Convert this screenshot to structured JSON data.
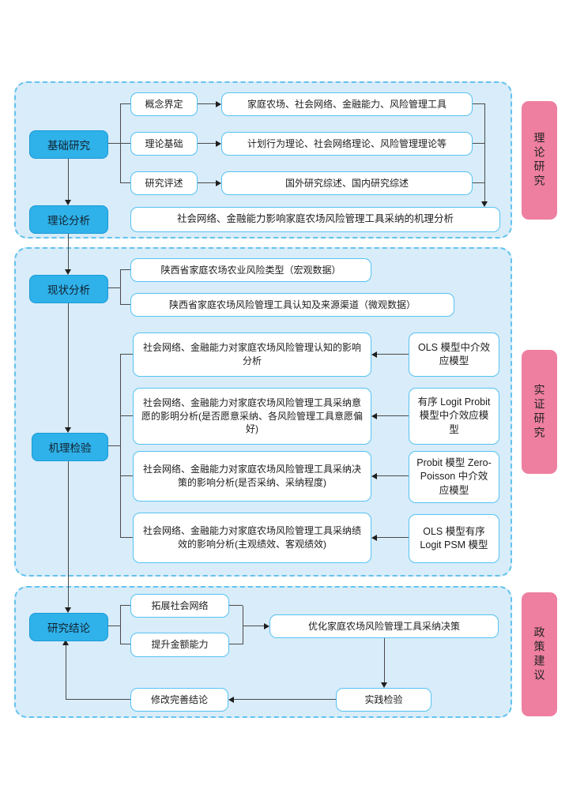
{
  "side_labels": {
    "s1": "理论研究",
    "s2": "实证研究",
    "s3": "政策建议"
  },
  "nodes": {
    "foundation": "基础研究",
    "theory_analysis": "理论分析",
    "status_analysis": "现状分析",
    "mechanism_test": "机理检验",
    "conclusion": "研究结论"
  },
  "section1": {
    "rows": [
      {
        "topic": "概念界定",
        "content": "家庭农场、社会网络、金融能力、风险管理工具"
      },
      {
        "topic": "理论基础",
        "content": "计划行为理论、社会网络理论、风险管理理论等"
      },
      {
        "topic": "研究评述",
        "content": "国外研究综述、国内研究综述"
      }
    ],
    "mechanism": "社会网络、金融能力影响家庭农场风险管理工具采纳的机理分析"
  },
  "section2": {
    "macro": "陕西省家庭农场农业风险类型（宏观数据）",
    "micro": "陕西省家庭农场风险管理工具认知及来源渠道（微观数据）",
    "pairs": [
      {
        "analysis": "社会网络、金融能力对家庭农场风险管理认知的影响分析",
        "model": "OLS 模型中介效应模型"
      },
      {
        "analysis": "社会网络、金融能力对家庭农场风险管理工具采纳意愿的影明分析(是否愿意采纳、各风险管理工具意愿偏好)",
        "model": "有序 Logit Probit 模型中介效应模型"
      },
      {
        "analysis": "社会网络、金融能力对家庭农场风险管理工具采纳决策的影响分析(是否采纳、采纳程度)",
        "model": "Probit 模型 Zero-Poisson 中介效应模型"
      },
      {
        "analysis": "社会网络、金融能力对家庭农场风险管理工具采纳绩效的影响分析(主观绩效、客观绩效)",
        "model": "OLS 模型有序 Logit PSM 模型"
      }
    ]
  },
  "section3": {
    "expand": "拓展社会网络",
    "improve": "提升金额能力",
    "optimize": "优化家庭农场风险管理工具采纳决策",
    "practice": "实践检验",
    "revise": "修改完善结论"
  },
  "colors": {
    "section_bg": "#d8ecf9",
    "section_border": "#63c3ee",
    "blue_node": "#2fb1e9",
    "white_box_border": "#56c3f1",
    "pink_label": "#ee7fa1",
    "line": "#4a4a4a"
  }
}
